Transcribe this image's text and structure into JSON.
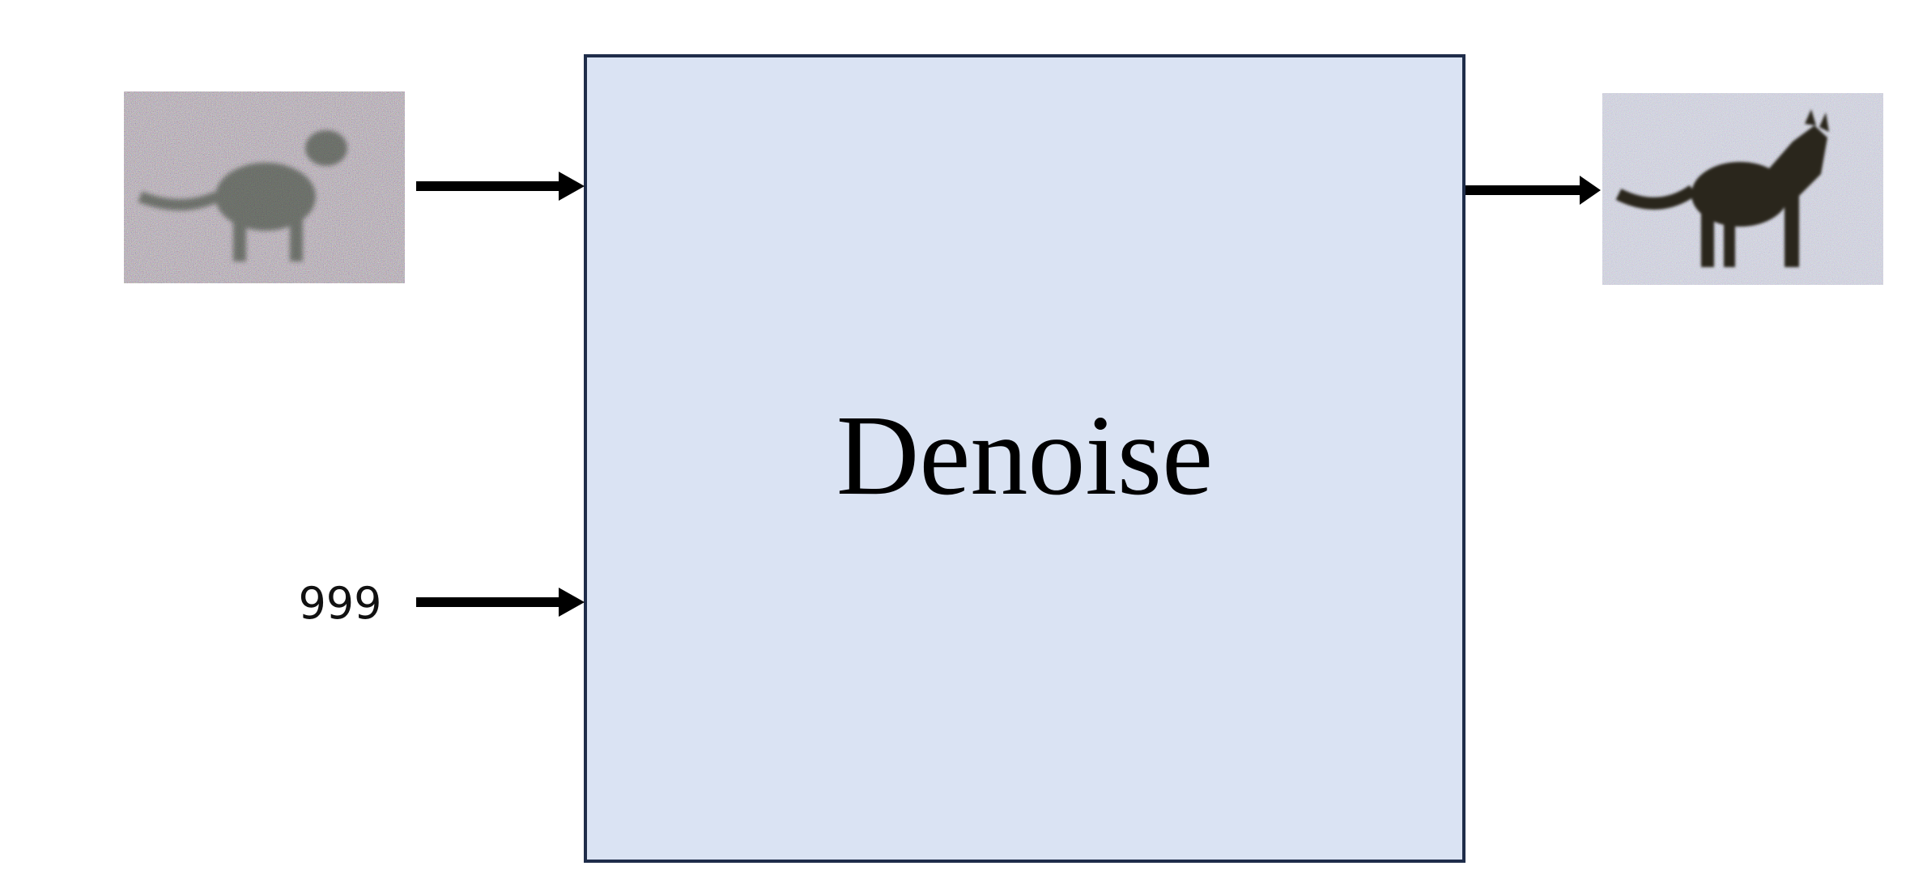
{
  "diagram": {
    "process_label": "Denoise",
    "timestep_label": "999",
    "input_image_icon": "noisy-cat-image",
    "output_image_icon": "less-noisy-cat-image",
    "colors": {
      "box_fill": "#dae3f3",
      "box_border": "#1f2d4a",
      "arrow": "#000000"
    }
  }
}
